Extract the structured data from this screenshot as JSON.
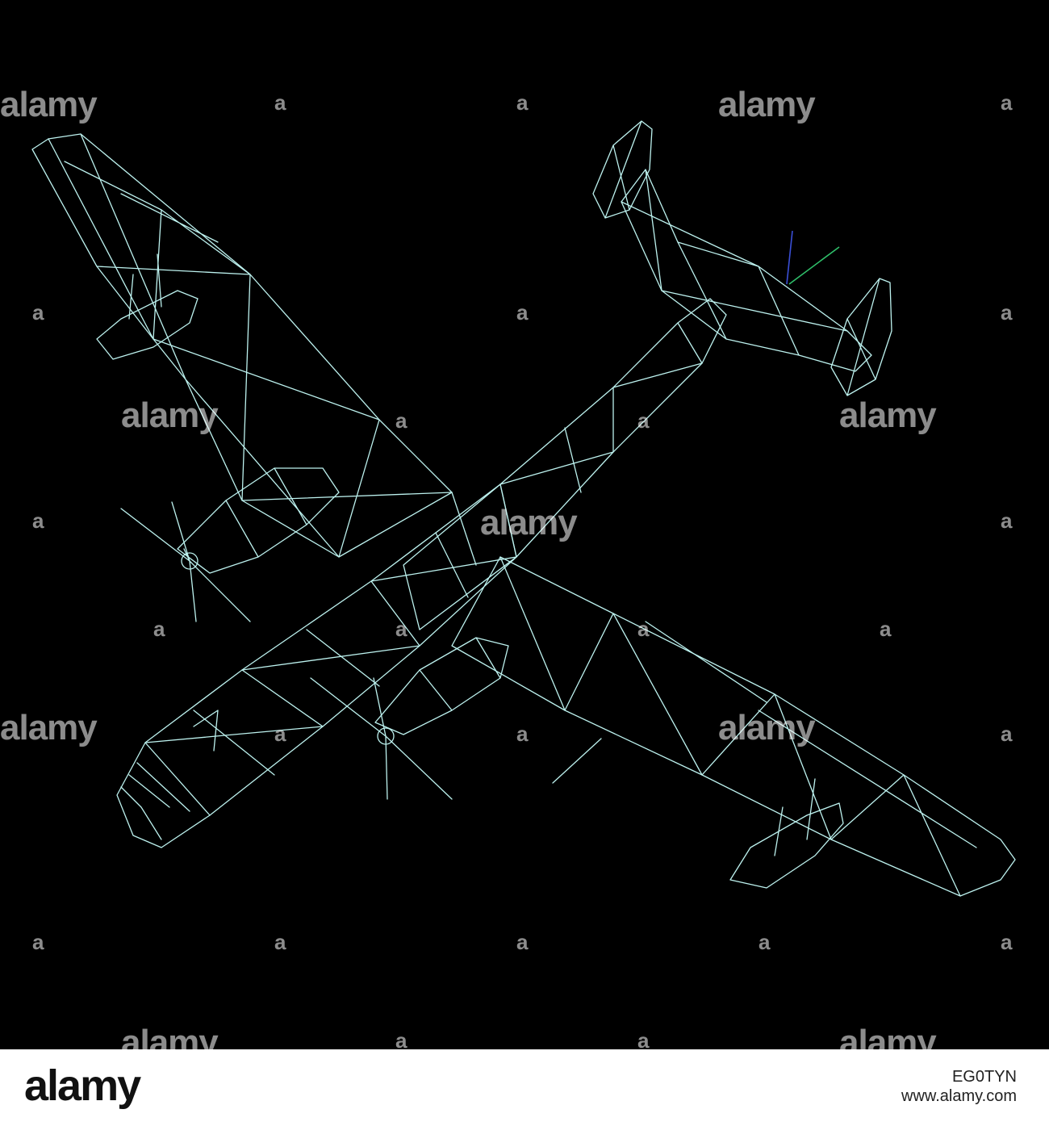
{
  "watermark": {
    "text": "alamy",
    "mark": "a"
  },
  "footer": {
    "logo": "alamy",
    "image_id": "EG0TYN",
    "url": "www.alamy.com"
  },
  "colors": {
    "background": "#000000",
    "wire": "#bdf2ef",
    "axis_blue": "#3a4fd6",
    "axis_green": "#2fbf6a",
    "footer_bg": "#ffffff"
  }
}
